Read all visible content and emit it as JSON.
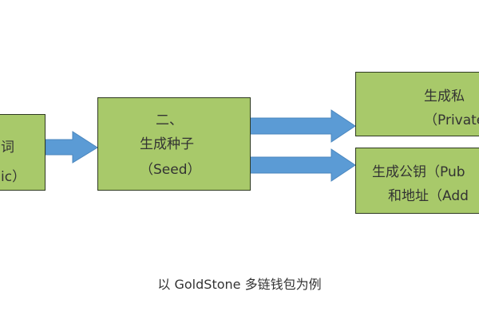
{
  "boxes": {
    "mnemonic": {
      "line1": "词",
      "line2": "ic）"
    },
    "seed": {
      "line1": "二、",
      "line2": "生成种子",
      "line3": "（Seed）"
    },
    "private_key": {
      "line1": "生成私",
      "line2": "（Private"
    },
    "public_key": {
      "line1": "生成公钥（Pub",
      "line2": "和地址（Add"
    }
  },
  "caption": "以 GoldStone 多链钱包为例",
  "colors": {
    "box_fill": "#a8c96a",
    "arrow_fill": "#5b9bd5",
    "border": "#2f3a22"
  }
}
